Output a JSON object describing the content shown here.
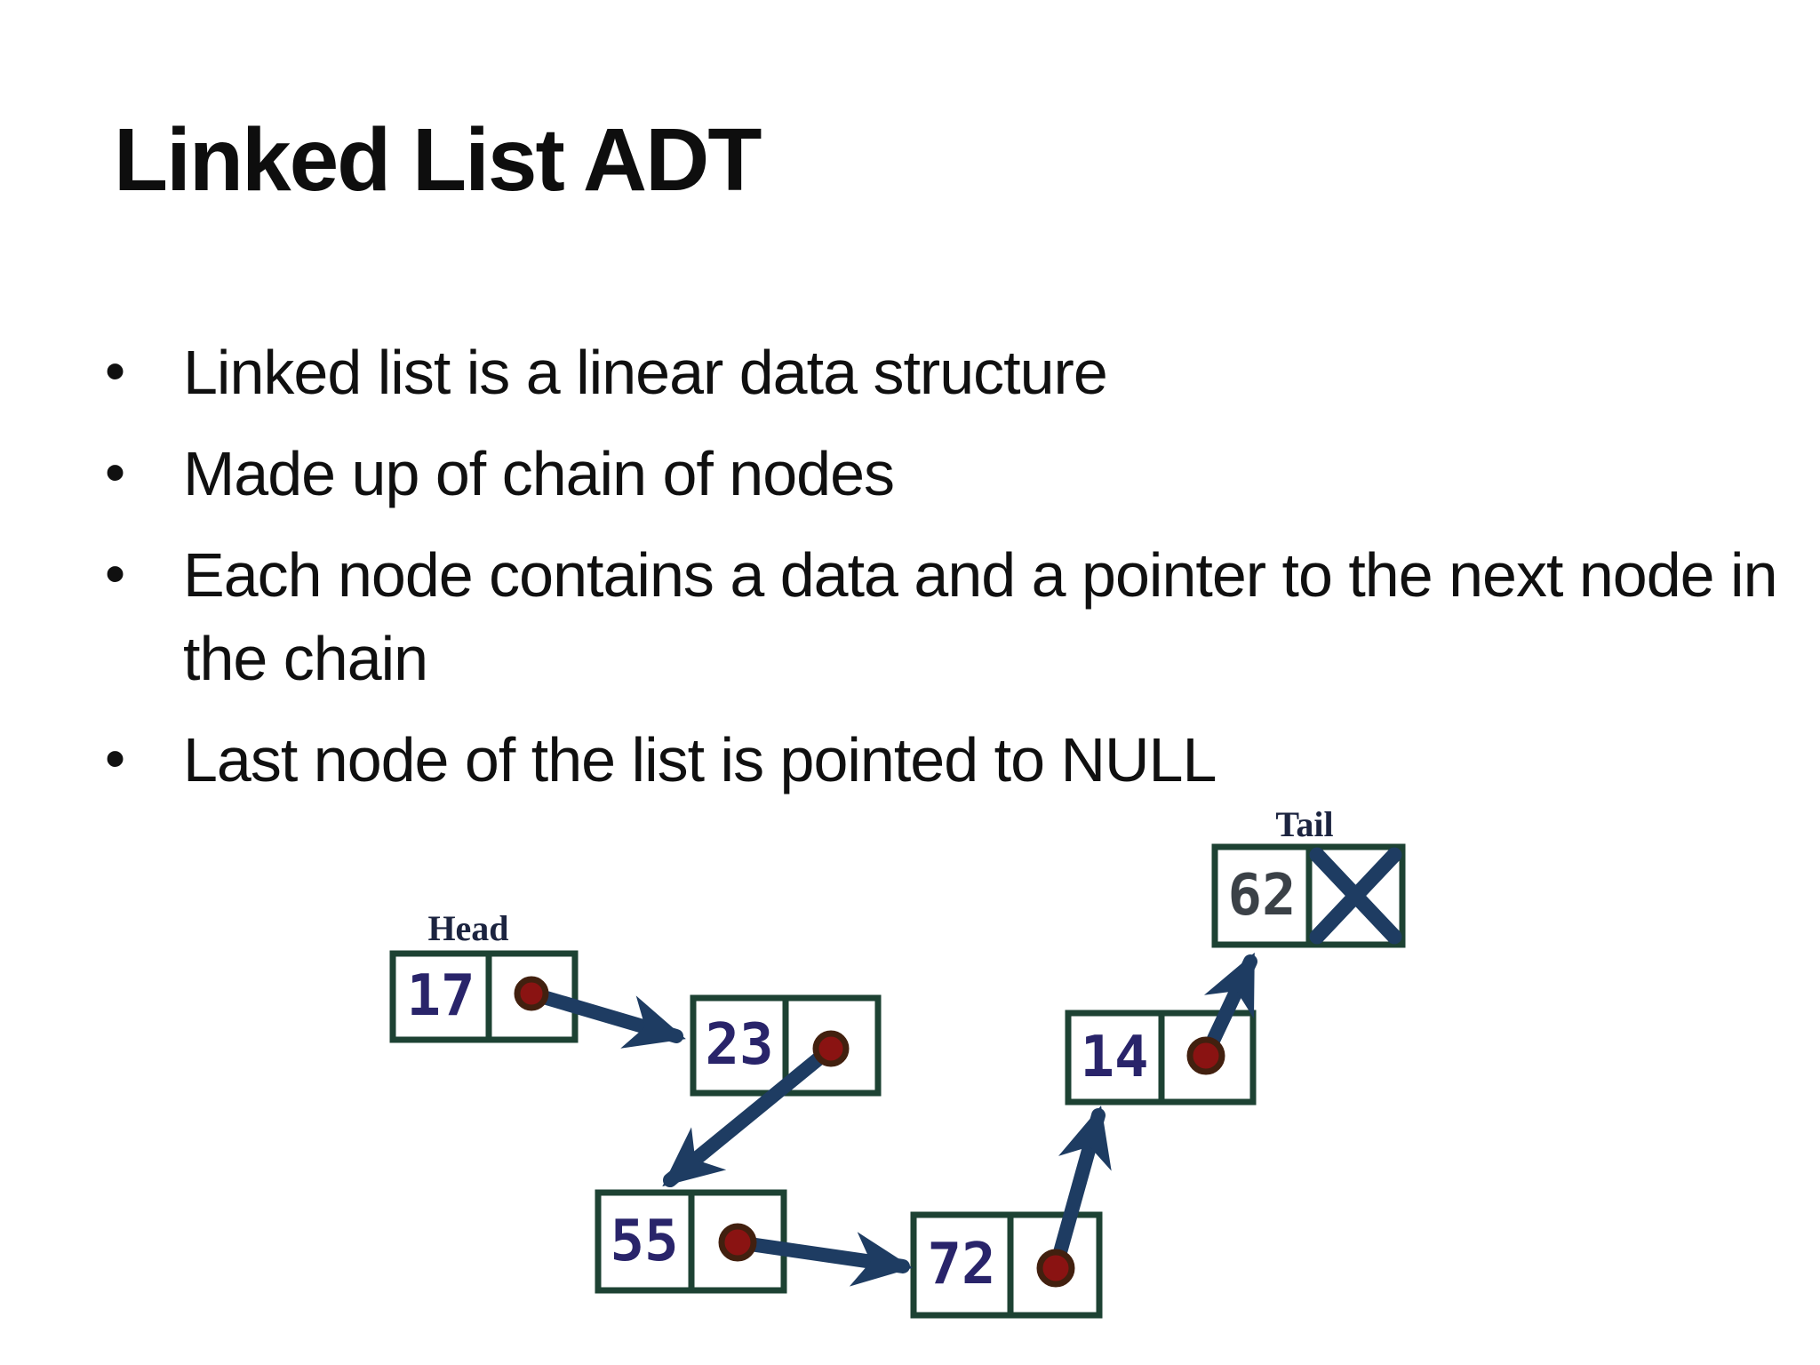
{
  "slide": {
    "title": "Linked List ADT",
    "bullets": [
      "Linked list is a linear data structure",
      "Made up of chain of nodes",
      "Each node contains a data and a pointer to the next node in the chain",
      "Last node of the list is pointed to NULL"
    ]
  },
  "diagram": {
    "head_label": "Head",
    "tail_label": "Tail",
    "nodes": [
      {
        "value": "17",
        "pointer": "next -> 23"
      },
      {
        "value": "23",
        "pointer": "next -> 55"
      },
      {
        "value": "55",
        "pointer": "next -> 72"
      },
      {
        "value": "72",
        "pointer": "next -> 14"
      },
      {
        "value": "14",
        "pointer": "next -> 62"
      },
      {
        "value": "62",
        "pointer": "NULL"
      }
    ],
    "null_icon": "x-cross",
    "colors": {
      "box_border": "#1d4233",
      "value_text": "#29246a",
      "tail_value_text": "#3b4147",
      "arrow": "#1e3c62",
      "pointer_dot": "#8a1312",
      "label_text": "#1c2440"
    }
  }
}
